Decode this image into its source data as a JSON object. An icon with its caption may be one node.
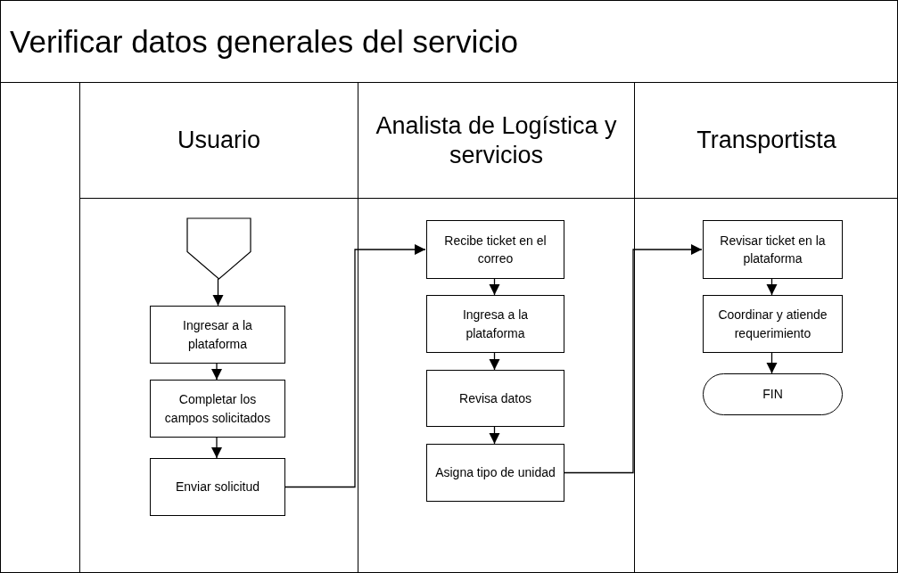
{
  "diagram": {
    "title": "Verificar datos generales del servicio",
    "nodes": [
      {
        "text": [
          "Usuario"
        ]
      },
      {
        "text": [],
        "shape": "pentagon",
        "in": 0
      },
      {
        "text": [
          "Ingresar a la plataforma"
        ],
        "in": 0
      },
      {
        "text": [
          "Completar los campos solicitados"
        ],
        "in": 0
      },
      {
        "text": [
          "Enviar solicitud"
        ],
        "in": 0
      },
      {
        "text": [
          "Analista de Logística y servicios"
        ]
      },
      {
        "text": [
          "Recibe ticket en el correo"
        ],
        "in": 5
      },
      {
        "text": [
          "Ingresa a la plataforma"
        ],
        "in": 5
      },
      {
        "text": [
          "Revisa datos"
        ],
        "in": 5
      },
      {
        "text": [
          "Asigna tipo de unidad"
        ],
        "in": 5
      },
      {
        "text": [
          "Transportista"
        ]
      },
      {
        "text": [
          "Revisar ticket en la plataforma"
        ],
        "in": 10
      },
      {
        "text": [
          "Coordinar y atiende requerimiento"
        ],
        "in": 10
      },
      {
        "text": [
          "FIN"
        ],
        "in": 10
      }
    ],
    "edges": [
      {
        "from": 1,
        "to": 2,
        "arrow": "to"
      },
      {
        "from": 2,
        "to": 3,
        "arrow": "to"
      },
      {
        "from": 3,
        "to": 4,
        "arrow": "to"
      },
      {
        "from": 4,
        "to": 6,
        "arrow": "to"
      },
      {
        "from": 6,
        "to": 7,
        "arrow": "to"
      },
      {
        "from": 7,
        "to": 8,
        "arrow": "to"
      },
      {
        "from": 8,
        "to": 9,
        "arrow": "to"
      },
      {
        "from": 9,
        "to": 11,
        "arrow": "to"
      },
      {
        "from": 11,
        "to": 12,
        "arrow": "to"
      },
      {
        "from": 12,
        "to": 13,
        "arrow": "to"
      }
    ]
  }
}
